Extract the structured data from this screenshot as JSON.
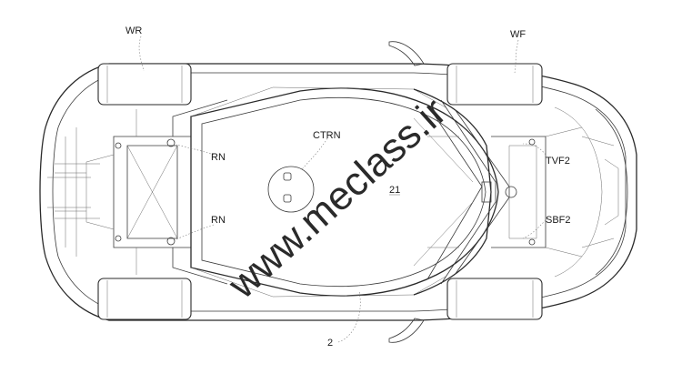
{
  "labels": {
    "wr": "WR",
    "wf": "WF",
    "rn_top": "RN",
    "rn_bottom": "RN",
    "ctrn": "CTRN",
    "ref_21": "21",
    "tvf2": "TVF2",
    "sbf2": "SBF2",
    "ref_2": "2"
  },
  "watermark": "www.meclass.ir"
}
